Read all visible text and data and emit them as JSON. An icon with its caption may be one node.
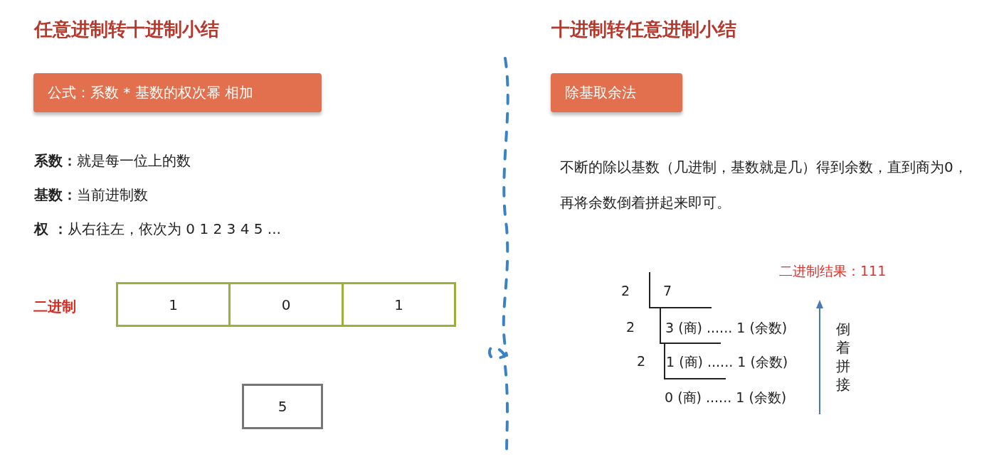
{
  "diagram": {
    "nodes": [
      {
        "text": [
          "公式：系数 * 基数的权次幂 相加"
        ]
      },
      {
        "text": [
          "1"
        ]
      },
      {
        "text": [
          "0"
        ]
      },
      {
        "text": [
          "1"
        ]
      },
      {
        "text": [
          "5"
        ]
      },
      {
        "text": [
          "除基取余法"
        ]
      }
    ],
    "labels": [
      "任意进制转十进制小结",
      "十进制转任意进制小结",
      "**系数：**就是每一位上的数",
      "**基数：**当前进制数",
      "**权 ：**从右往左，依次为 0 1 2 3 4 5 ...",
      "二进制",
      "不断的除以基数（几进制，基数就是几）得到余数，直到商为0，再将余数倒着拼起来即可。",
      "二进制结果：111",
      "2",
      "7",
      "2",
      "3 (商) ...... 1 (余数)",
      "2",
      "1 (商) ...... 1 (余数)",
      "0 (商) ...... 1 (余数)",
      "倒着拼接"
    ]
  }
}
